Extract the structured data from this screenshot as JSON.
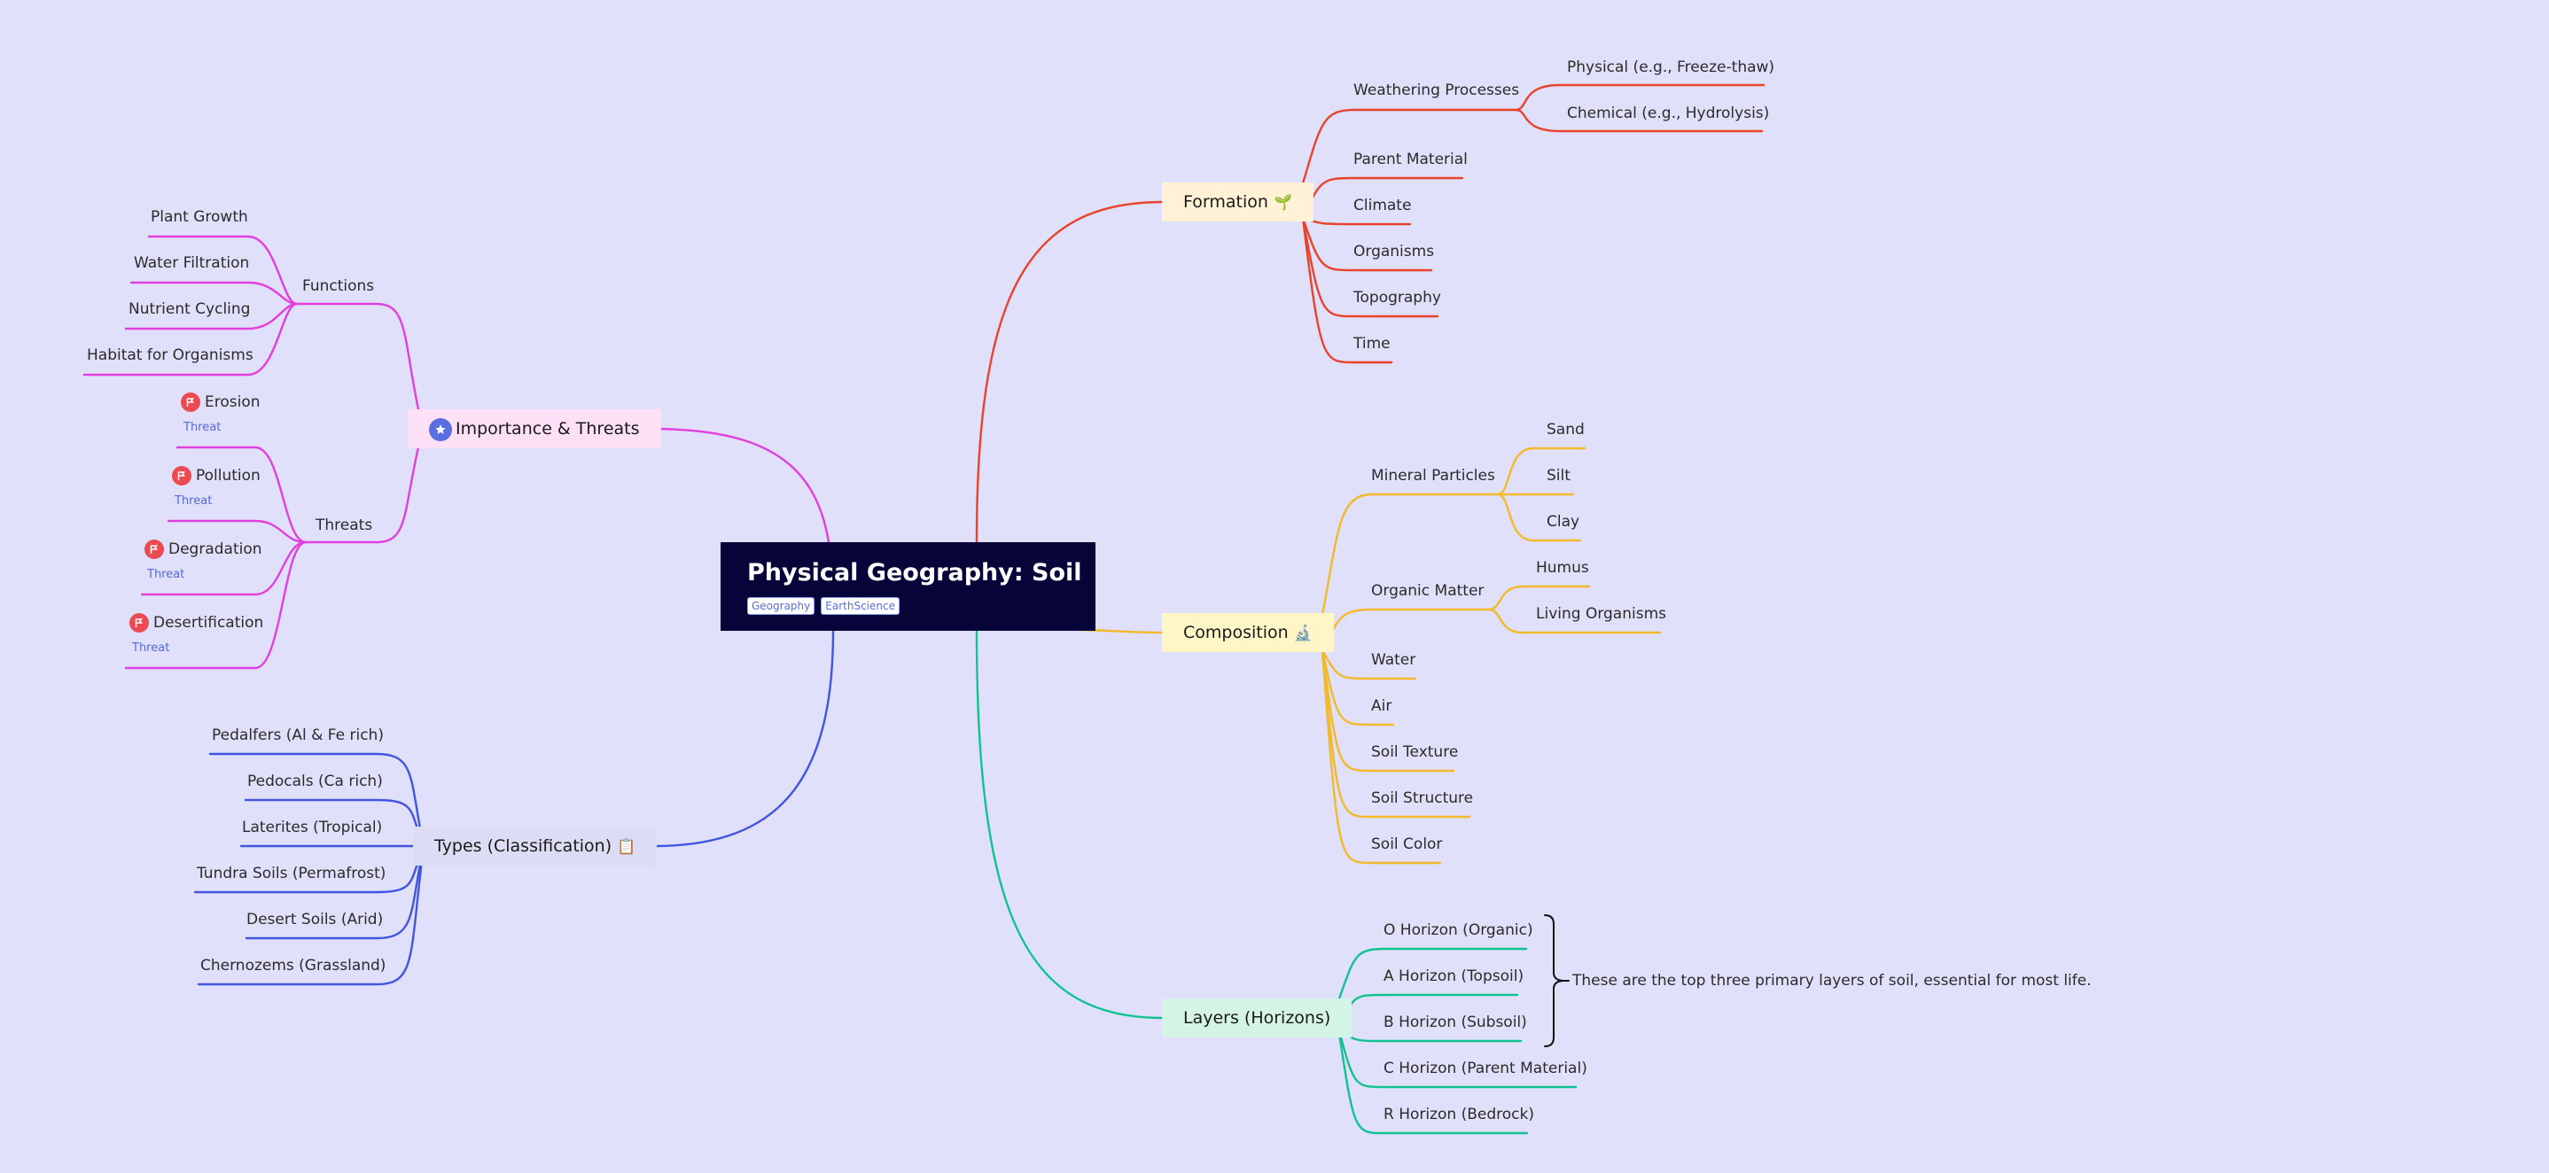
{
  "root": {
    "title": "Physical Geography: Soil",
    "tags": [
      "Geography",
      "EarthScience"
    ]
  },
  "colors": {
    "background": "#e0e0fb",
    "root_fill": "#07043a",
    "formation": "#e8432d",
    "composition": "#f2b92a",
    "layers": "#12c291",
    "importance": "#e23ee0",
    "types": "#4355e0",
    "threat_flag": "#ec4a52"
  },
  "formation": {
    "label": "Formation",
    "icon": "seedling-icon",
    "weathering": {
      "label": "Weathering Processes",
      "children": [
        "Physical (e.g., Freeze-thaw)",
        "Chemical (e.g., Hydrolysis)"
      ]
    },
    "factors": [
      "Parent Material",
      "Climate",
      "Organisms",
      "Topography",
      "Time"
    ]
  },
  "composition": {
    "label": "Composition",
    "icon": "microscope-icon",
    "mineral": {
      "label": "Mineral Particles",
      "children": [
        "Sand",
        "Silt",
        "Clay"
      ]
    },
    "organic": {
      "label": "Organic Matter",
      "children": [
        "Humus",
        "Living Organisms"
      ]
    },
    "others": [
      "Water",
      "Air",
      "Soil Texture",
      "Soil Structure",
      "Soil Color"
    ]
  },
  "layers": {
    "label": "Layers (Horizons)",
    "items": [
      "O Horizon (Organic)",
      "A Horizon (Topsoil)",
      "B Horizon (Subsoil)",
      "C Horizon (Parent Material)",
      "R Horizon (Bedrock)"
    ],
    "summary": "These are the top three primary layers of soil, essential for most life."
  },
  "importance": {
    "label": "Importance & Threats",
    "icon": "star-badge-icon",
    "functions": {
      "label": "Functions",
      "children": [
        "Plant Growth",
        "Water Filtration",
        "Nutrient Cycling",
        "Habitat for Organisms"
      ]
    },
    "threats": {
      "label": "Threats",
      "children": [
        "Erosion",
        "Pollution",
        "Degradation",
        "Desertification"
      ],
      "badge": "Threat"
    }
  },
  "types": {
    "label": "Types (Classification)",
    "icon": "clipboard-icon",
    "items": [
      "Pedalfers (Al & Fe rich)",
      "Pedocals (Ca rich)",
      "Laterites (Tropical)",
      "Tundra Soils (Permafrost)",
      "Desert Soils (Arid)",
      "Chernozems (Grassland)"
    ]
  }
}
